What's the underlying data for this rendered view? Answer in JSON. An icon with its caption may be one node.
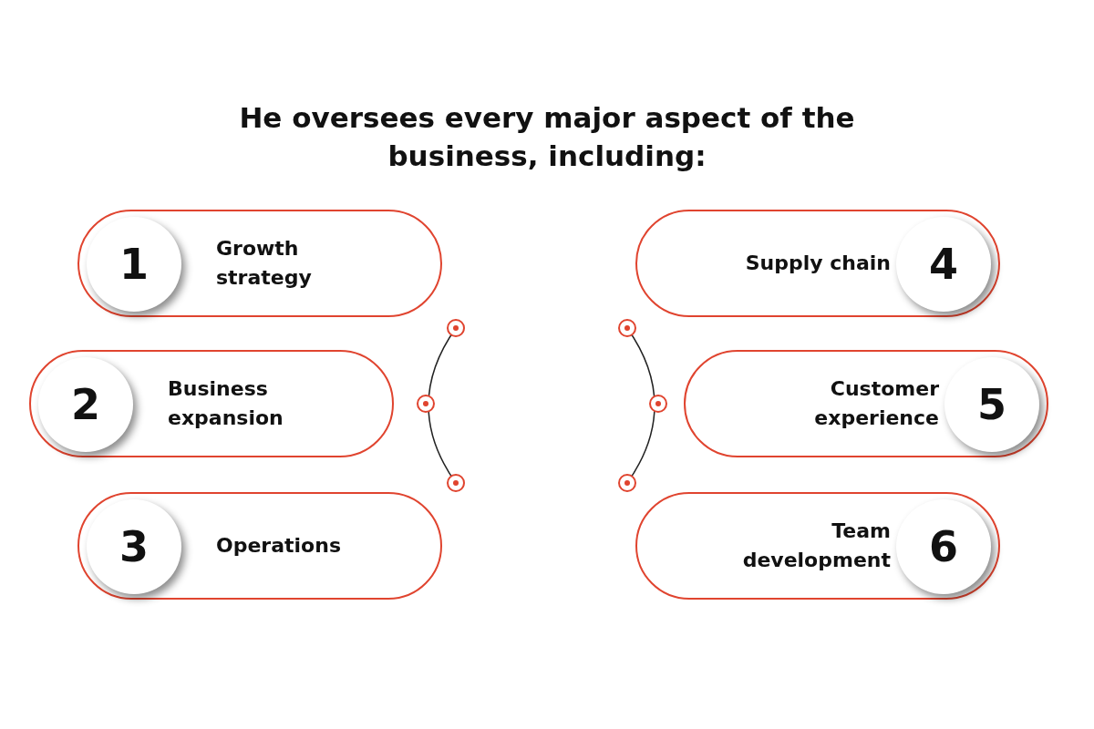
{
  "diagram": {
    "title": "He oversees every major aspect of the business, including:",
    "nodes": [
      {
        "text": [
          "1",
          "Growth strategy"
        ]
      },
      {
        "text": [
          "2",
          "Business expansion"
        ]
      },
      {
        "text": [
          "3",
          "Operations"
        ]
      },
      {
        "text": [
          "Supply chain",
          "4"
        ]
      },
      {
        "text": [
          "Customer experience",
          "5"
        ]
      },
      {
        "text": [
          "Team development",
          "6"
        ]
      }
    ]
  }
}
